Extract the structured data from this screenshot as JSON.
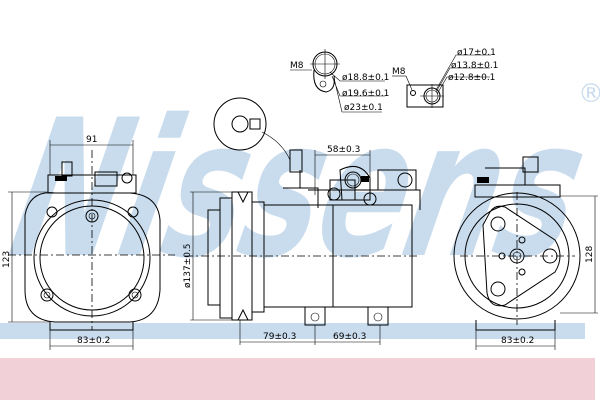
{
  "watermark": {
    "brand": "Nissens",
    "registered_mark": "®"
  },
  "colors": {
    "watermark": "#c9dcee",
    "bottom_band": "#f2d0d8",
    "line": "#000000"
  },
  "front_view": {
    "width_top": "91",
    "height": "123",
    "mount_width": "83±0.2"
  },
  "side_view": {
    "pulley_diameter": "ø137±0.5",
    "port_spacing": "58±0.3",
    "pulley_to_mount": "79±0.3",
    "mount_spacing": "69±0.3"
  },
  "fitting_1": {
    "thread": "M8",
    "d1": "ø18.8±0.1",
    "d2": "ø19.6±0.1",
    "d3": "ø23±0.1"
  },
  "fitting_2": {
    "thread": "M8",
    "d1": "ø17±0.1",
    "d2": "ø13.8±0.1",
    "d3": "ø12.8±0.1"
  },
  "rear_view": {
    "height": "128",
    "mount_width": "83±0.2"
  }
}
